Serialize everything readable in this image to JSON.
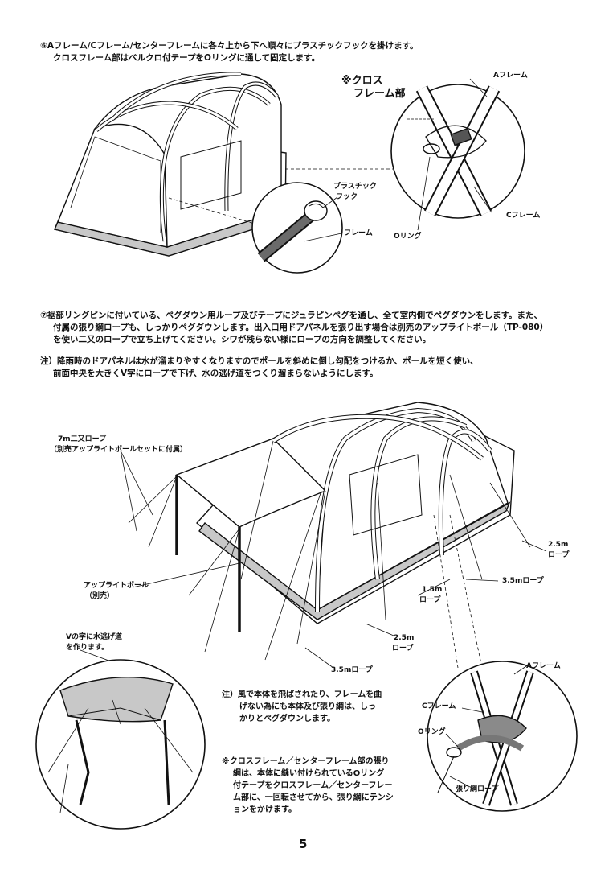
{
  "step6": {
    "line1": "⑥Aフレーム/Cフレーム/センターフレームに各々上から下へ順々にプラスチックフックを掛けます。",
    "line2": "クロスフレーム部はベルクロ付テープをOリングに通して固定します。"
  },
  "figure1": {
    "cross_label_1": "※クロス",
    "cross_label_2": "フレーム部",
    "a_frame": "Aフレーム",
    "c_frame": "Cフレーム",
    "o_ring": "Oリング",
    "plastic_hook_1": "プラスチック",
    "plastic_hook_2": "フック",
    "frame": "フレーム"
  },
  "step7": {
    "line1": "⑦裾部リングピンに付いている、ペグダウン用ループ及びテープにジュラピンペグを通し、全て室内側でペグダウンをします。また、",
    "line2": "付属の張り綱ロープも、しっかりペグダウンします。出入口用ドアパネルを張り出す場合は別売のアップライトポール（TP-080）",
    "line3": "を使い二又のロープで立ち上げてください。シワが残らない様にロープの方向を調整してください。"
  },
  "note1": {
    "line1": "注）降雨時のドアパネルは水が溜まりやすくなりますのでポールを斜めに倒し勾配をつけるか、ポールを短く使い、",
    "line2": "前面中央を大きくV字にロープで下げ、水の逃げ道をつくり溜まらないようにします。"
  },
  "figure2": {
    "rope7m_1": "7m二又ロープ",
    "rope7m_2": "（別売アップライトポールセットに付属）",
    "upright_pole_1": "アップライトポール",
    "upright_pole_2": "（別売）",
    "v_shape_1": "Vの字に水逃げ道",
    "v_shape_2": "を作ります。",
    "rope25_a_1": "2.5m",
    "rope25_a_2": "ロープ",
    "rope35_a": "3.5mロープ",
    "rope15_1": "1.5m",
    "rope15_2": "ロープ",
    "rope25_b_1": "2.5m",
    "rope25_b_2": "ロープ",
    "rope35_b": "3.5mロープ",
    "a_frame": "Aフレーム",
    "c_frame": "Cフレーム",
    "o_ring": "Oリング",
    "guy_rope": "張り綱ロープ"
  },
  "note2": {
    "line1": "注）風で本体を飛ばされたり、フレームを曲",
    "line2": "げない為にも本体及び張り綱は、しっ",
    "line3": "かりとペグダウンします。"
  },
  "note3": {
    "line1": "※クロスフレーム／センターフレーム部の張り",
    "line2": "綱は、本体に縫い付けられているOリング",
    "line3": "付テープをクロスフレーム／センターフレー",
    "line4": "ム部に、一回転させてから、張り綱にテンシ",
    "line5": "ョンをかけます。"
  },
  "page_number": "5"
}
